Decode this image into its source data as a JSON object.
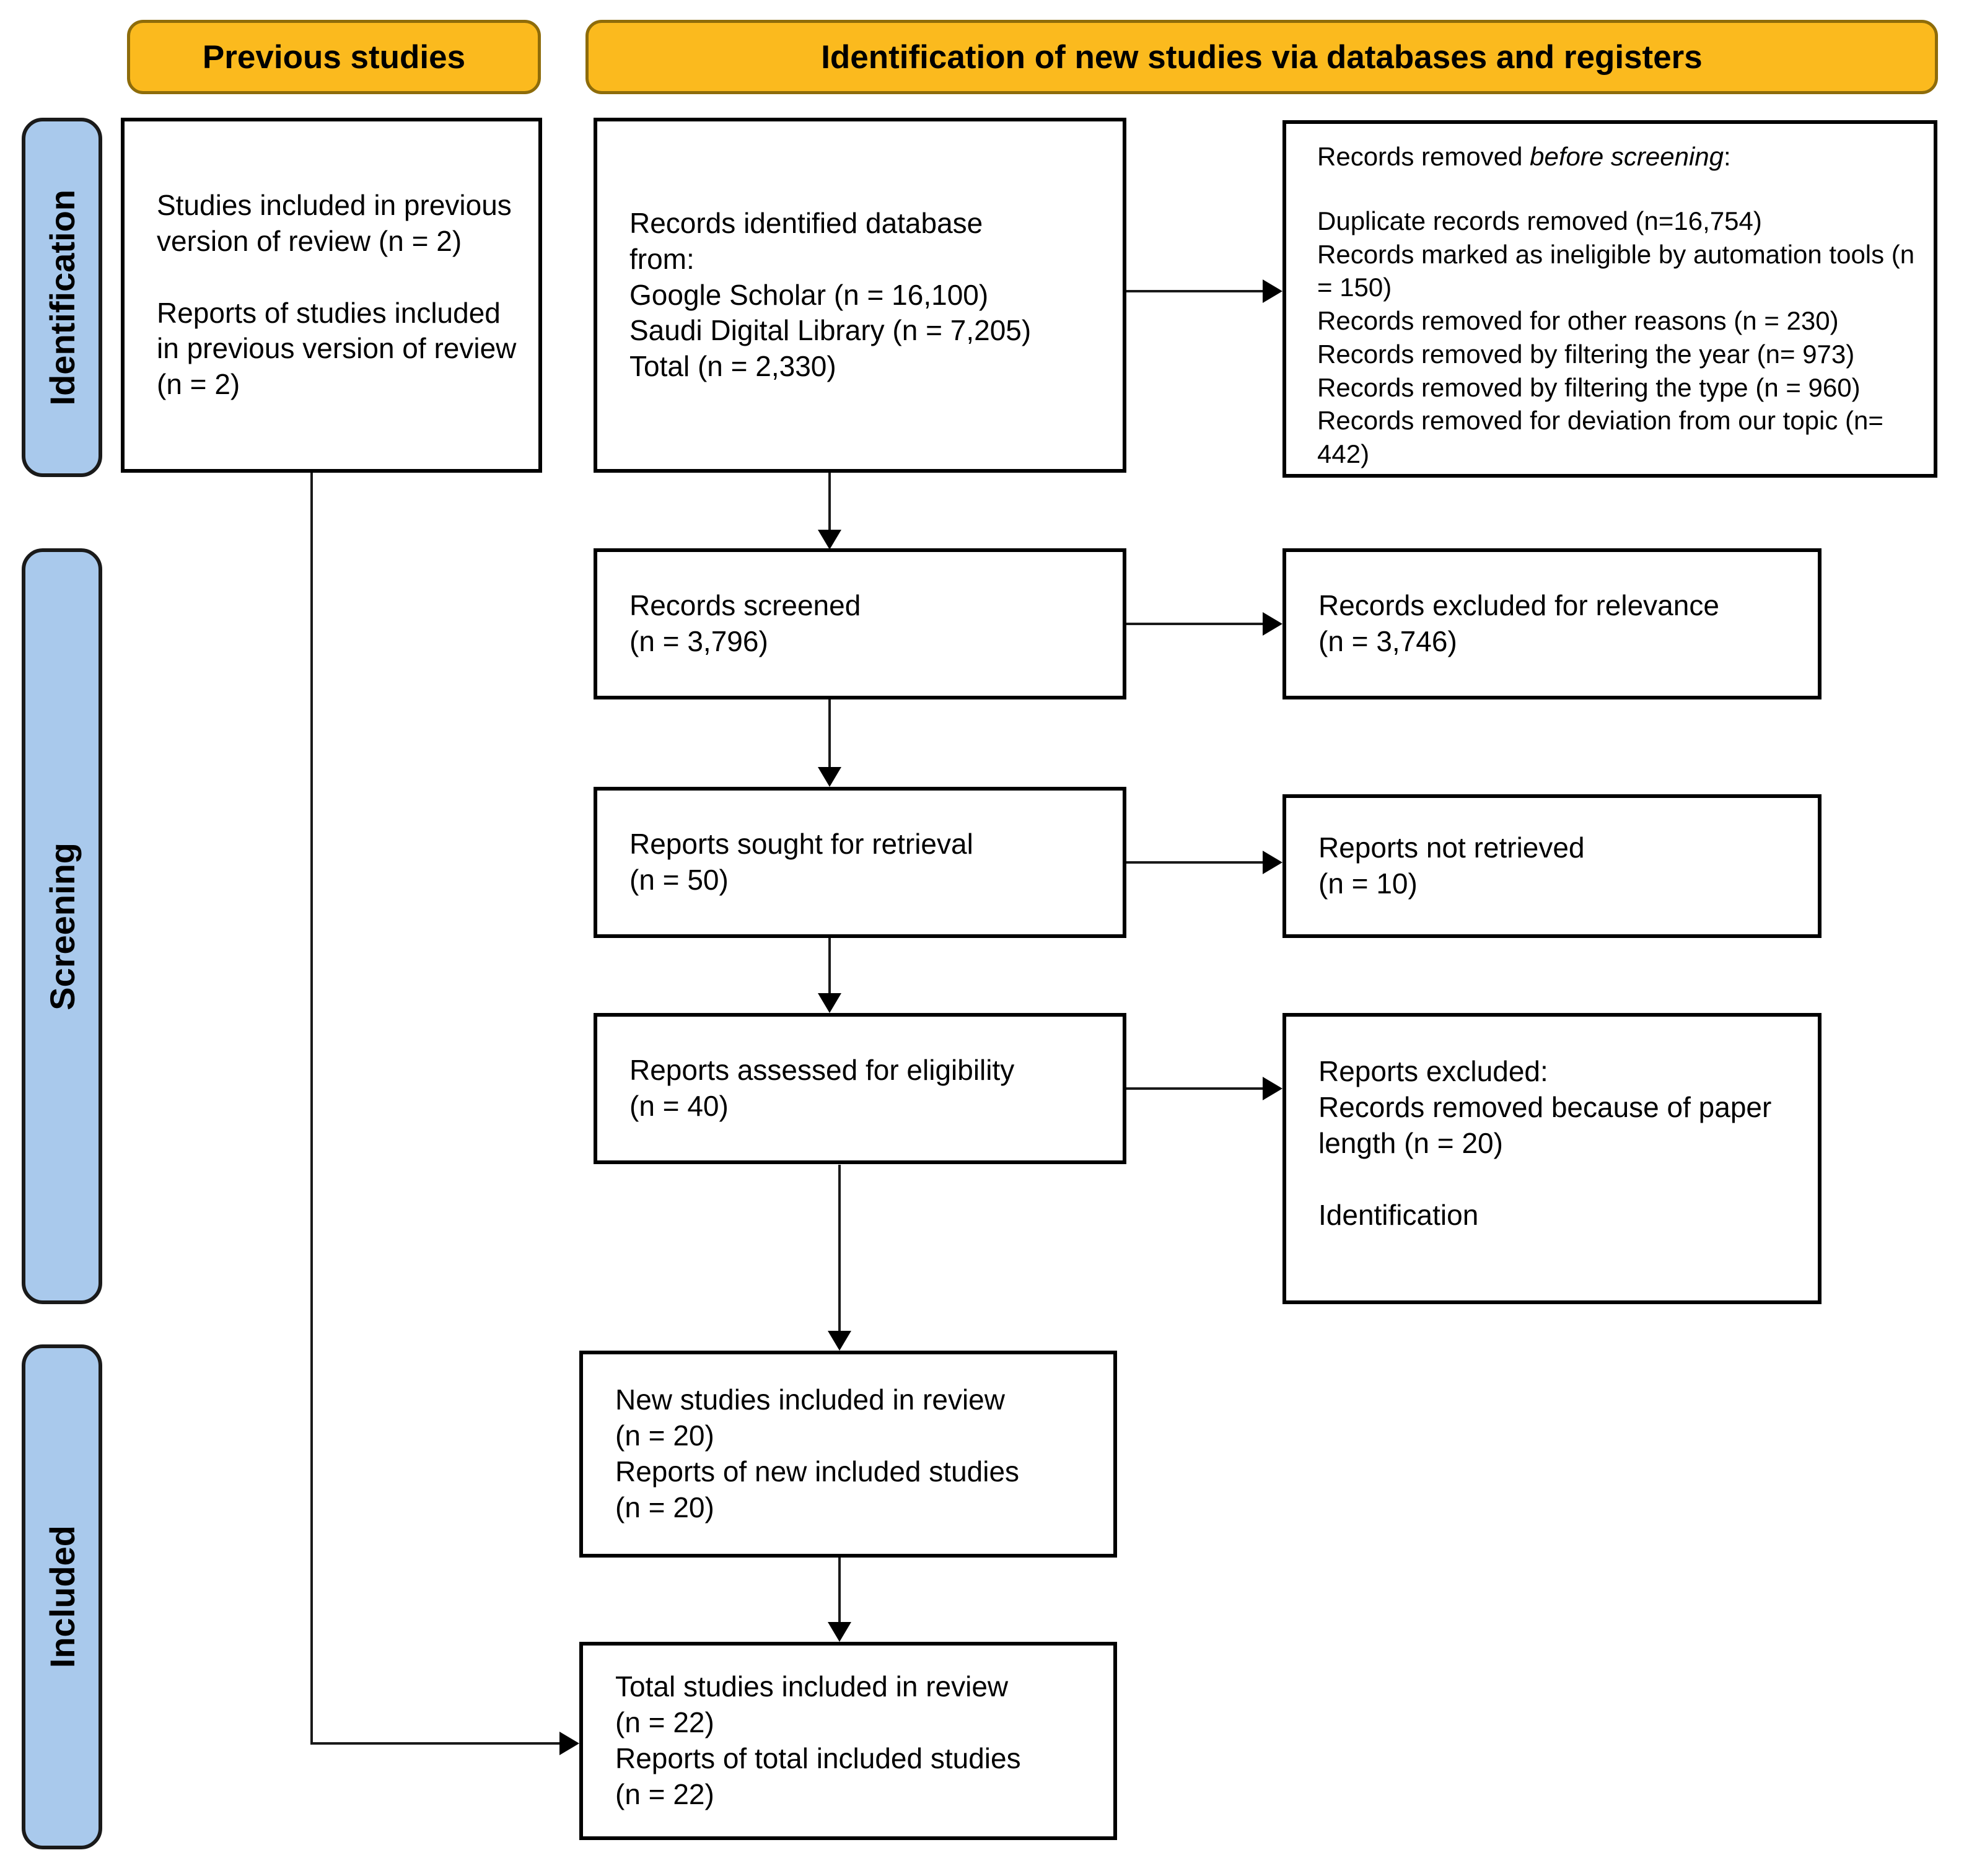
{
  "headers": {
    "previous": "Previous studies",
    "new": "Identification of new studies via databases and registers"
  },
  "stages": {
    "identification": "Identification",
    "screening": "Screening",
    "included": "Included"
  },
  "boxes": {
    "previous_studies": {
      "p1": "Studies included in previous version of review (n = 2)",
      "p2": "Reports of studies included in previous version of review (n = 2)"
    },
    "records_identified": {
      "l1": "Records identified database from:",
      "l2": "Google Scholar (n = 16,100)",
      "l3": "Saudi Digital Library (n = 7,205)",
      "l4": "Total (n = 2,330)"
    },
    "records_removed": {
      "title_pre": "Records removed ",
      "title_italic": "before screening",
      "title_post": ":",
      "items": [
        "Duplicate records removed (n=16,754)",
        "Records marked as ineligible by automation tools (n = 150)",
        "Records removed for other reasons (n = 230)",
        "Records removed by filtering the year (n= 973)",
        "Records removed by filtering the type (n = 960)",
        "Records removed for deviation from our topic (n= 442)"
      ]
    },
    "records_screened": {
      "l1": "Records screened",
      "l2": "(n = 3,796)"
    },
    "records_excluded": {
      "l1": "Records excluded for relevance",
      "l2": "(n = 3,746)"
    },
    "reports_sought": {
      "l1": "Reports sought for retrieval",
      "l2": "(n = 50)"
    },
    "reports_not_retrieved": {
      "l1": "Reports not retrieved",
      "l2": "(n = 10)"
    },
    "reports_assessed": {
      "l1": "Reports assessed for eligibility",
      "l2": "(n = 40)"
    },
    "reports_excluded": {
      "l1": "Reports excluded:",
      "l2": "Records removed because of paper length (n = 20)",
      "l3": "Identification"
    },
    "new_studies": {
      "l1": "New studies included in review",
      "l2": "(n = 20)",
      "l3": "Reports of new included studies",
      "l4": "(n = 20)"
    },
    "total_studies": {
      "l1": "Total studies included in review",
      "l2": "(n = 22)",
      "l3": "Reports of total included studies",
      "l4": "(n = 22)"
    }
  },
  "colors": {
    "header_fill": "#FBBA1E",
    "header_border": "#8E6C0A",
    "stage_fill": "#A9C9EC",
    "box_border": "#000000",
    "arrow": "#1A1A1A",
    "text": "#000000"
  }
}
